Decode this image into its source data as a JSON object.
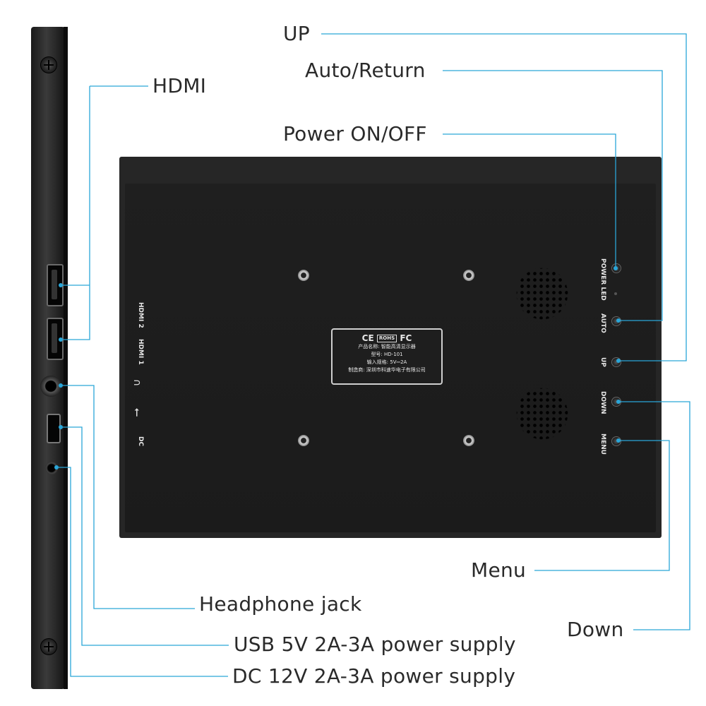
{
  "callouts": {
    "up": "UP",
    "auto_return": "Auto/Return",
    "power": "Power ON/OFF",
    "hdmi": "HDMI",
    "menu": "Menu",
    "down": "Down",
    "headphone": "Headphone jack",
    "usb_power": "USB 5V 2A-3A power supply",
    "dc_power": "DC 12V 2A-3A power supply"
  },
  "panel": {
    "power_led": "POWER LED",
    "auto": "AUTO",
    "up": "UP",
    "down": "DOWN",
    "menu": "MENU",
    "hdmi2": "HDMI 2",
    "hdmi1": "HDMI 1",
    "dc": "DC"
  },
  "plate": {
    "marks_ce": "CE",
    "marks_rohs": "ROHS",
    "marks_fc": "FC",
    "line1": "产品名称: 智能高清显示器",
    "line2": "型号: HD-101",
    "line3": "输入规格: 5V⎓2A",
    "line4": "制造商: 深圳市科速华电子有限公司"
  },
  "colors": {
    "leader": "#2aa6d8",
    "label_text": "#2a2a2a"
  }
}
